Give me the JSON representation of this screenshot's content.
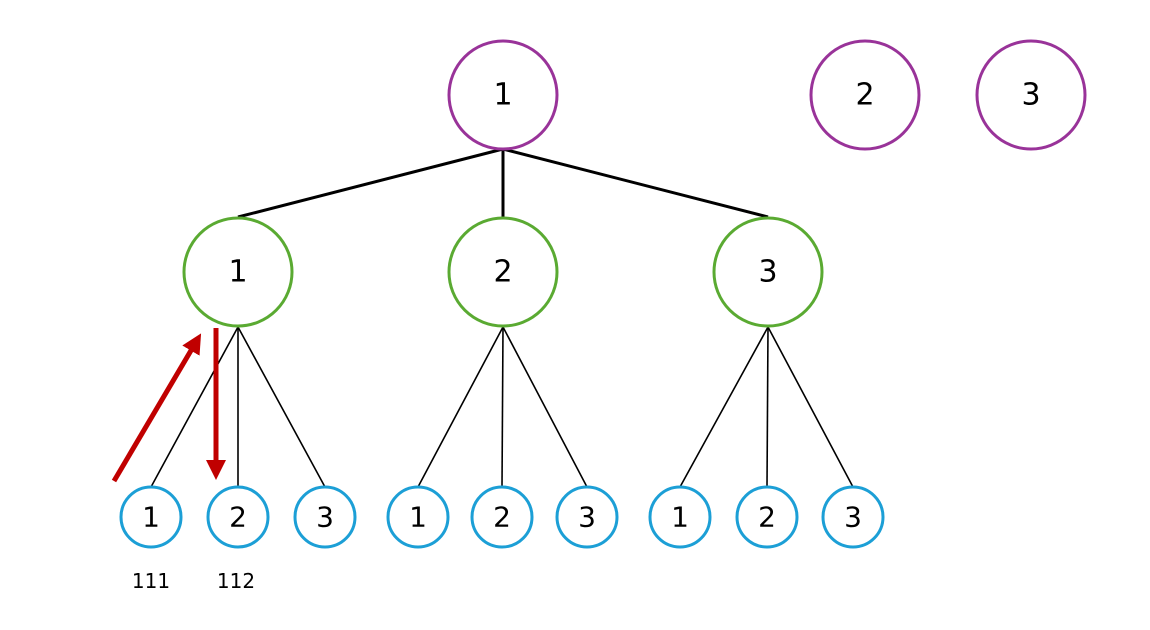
{
  "colors": {
    "root_level": "#993399",
    "mid_level": "#5aaa32",
    "leaf_level": "#1c9fd6",
    "arrow": "#c00000",
    "edge": "#000000"
  },
  "top_nodes": [
    {
      "label": "1"
    },
    {
      "label": "2"
    },
    {
      "label": "3"
    }
  ],
  "mid_nodes": [
    {
      "label": "1"
    },
    {
      "label": "2"
    },
    {
      "label": "3"
    }
  ],
  "leaf_nodes": [
    {
      "label": "1"
    },
    {
      "label": "2"
    },
    {
      "label": "3"
    },
    {
      "label": "1"
    },
    {
      "label": "2"
    },
    {
      "label": "3"
    },
    {
      "label": "1"
    },
    {
      "label": "2"
    },
    {
      "label": "3"
    }
  ],
  "leaf_codes": [
    "111",
    "112"
  ]
}
